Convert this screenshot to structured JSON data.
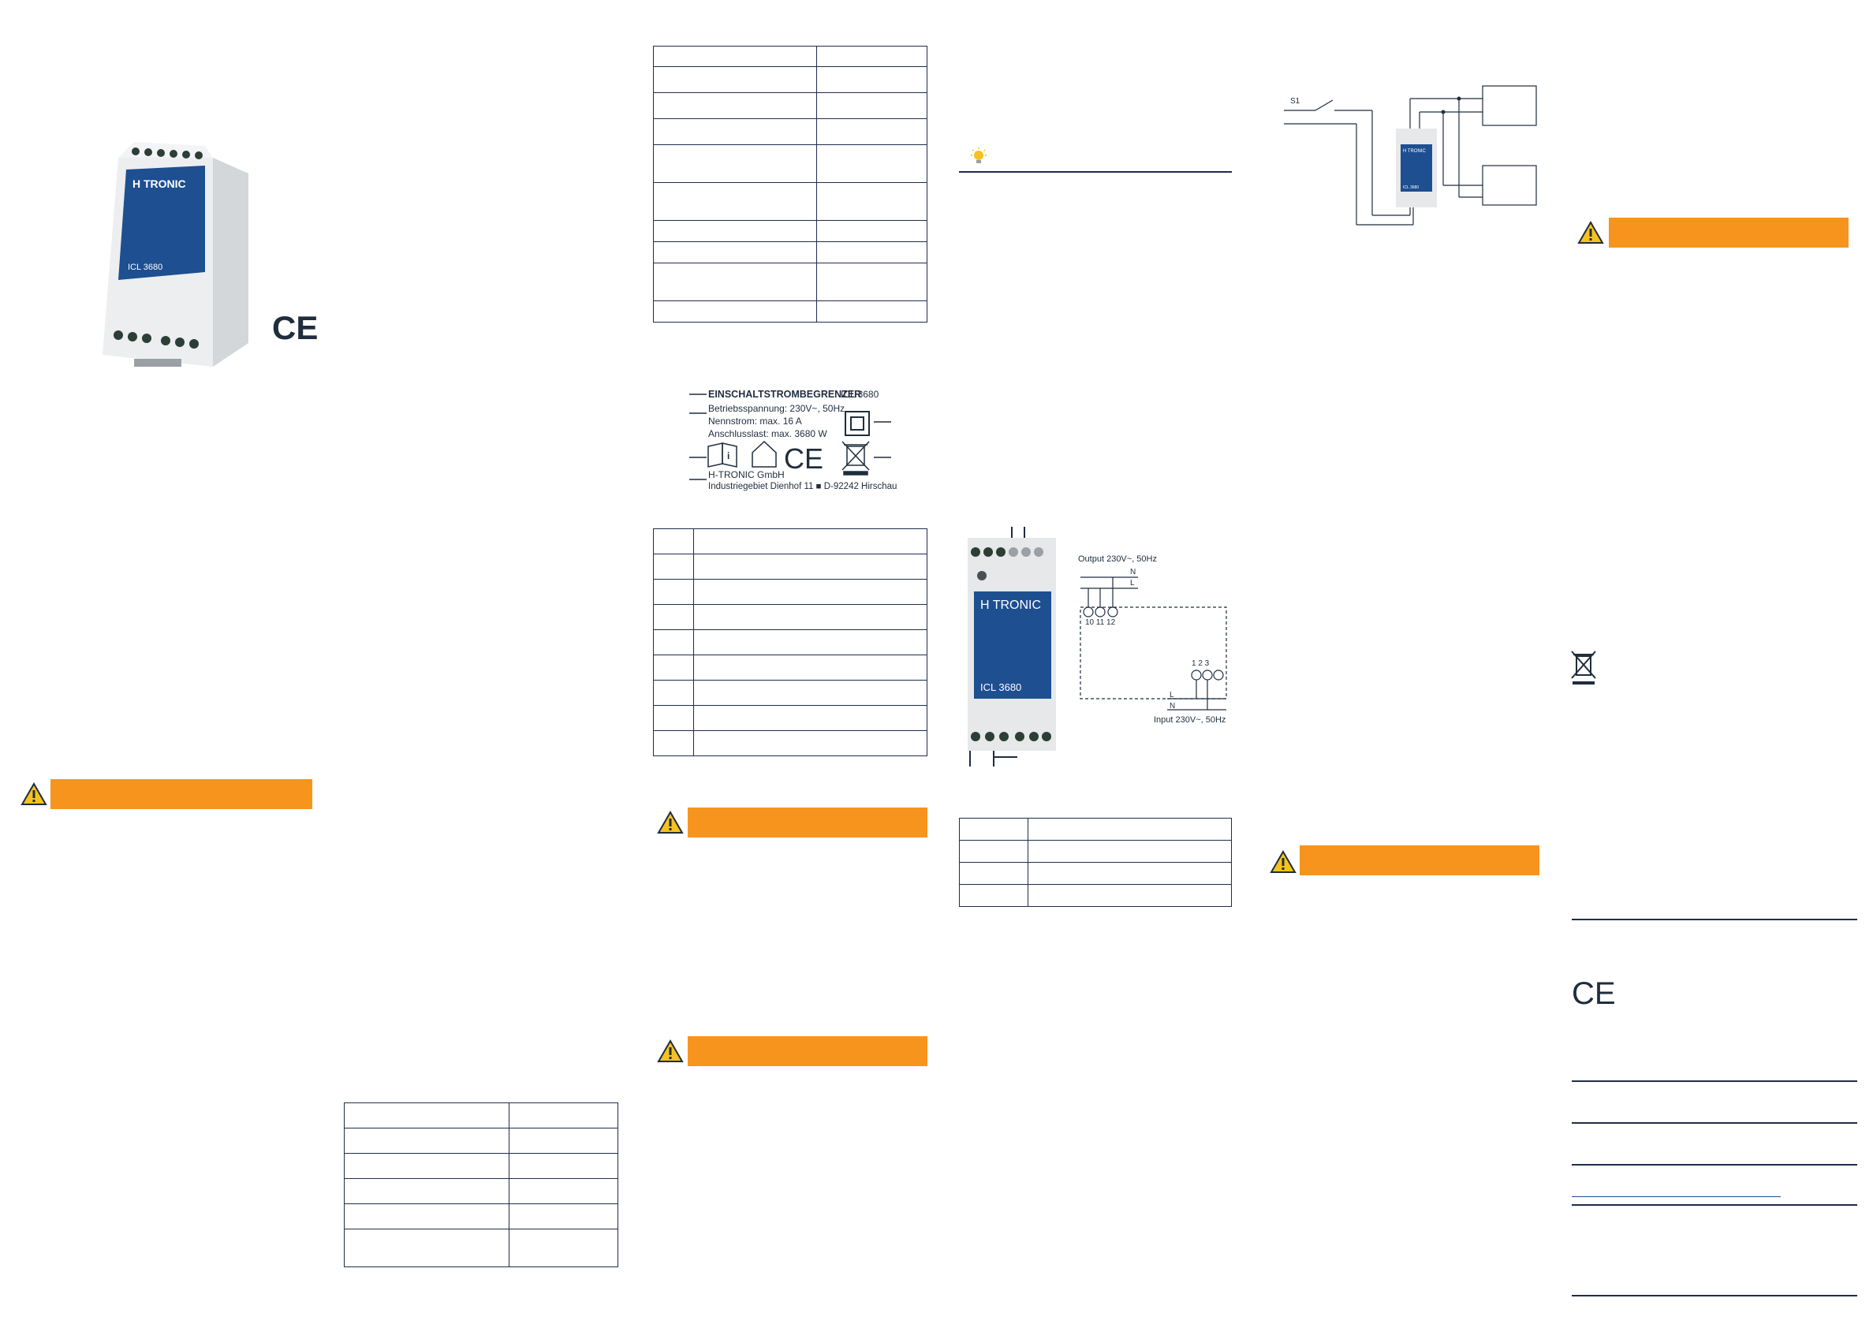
{
  "colors": {
    "brand_blue": "#1d4f91",
    "warning_orange": "#f7941d",
    "line_navy": "#1f2d4a",
    "housing_grey": "#e6e8ea"
  },
  "device": {
    "brand": "H TRONIC",
    "model": "ICL 3680"
  },
  "marks": {
    "ce": "CE"
  },
  "rating_plate": {
    "product": "EINSCHALTSTROMBEGRENZER",
    "model": "ICL 3680",
    "voltage": "Betriebsspannung: 230V~, 50Hz",
    "current": "Nennstrom: max. 16 A",
    "load": "Anschlusslast: max. 3680 W",
    "company": "H-TRONIC GmbH",
    "address": "Industriegebiet Dienhof 11 ■ D-92242 Hirschau"
  },
  "wiring": {
    "output_label": "Output 230V~, 50Hz",
    "input_label": "Input 230V~, 50Hz",
    "n": "N",
    "l": "L",
    "out_terminals": "10  11  12",
    "in_terminals": "1   2   3"
  },
  "icons": [
    "warning-triangle-icon",
    "lightbulb-icon",
    "ce-mark-icon",
    "wheelie-bin-crossed-icon",
    "manual-book-icon",
    "indoor-house-icon",
    "double-insulation-icon"
  ]
}
